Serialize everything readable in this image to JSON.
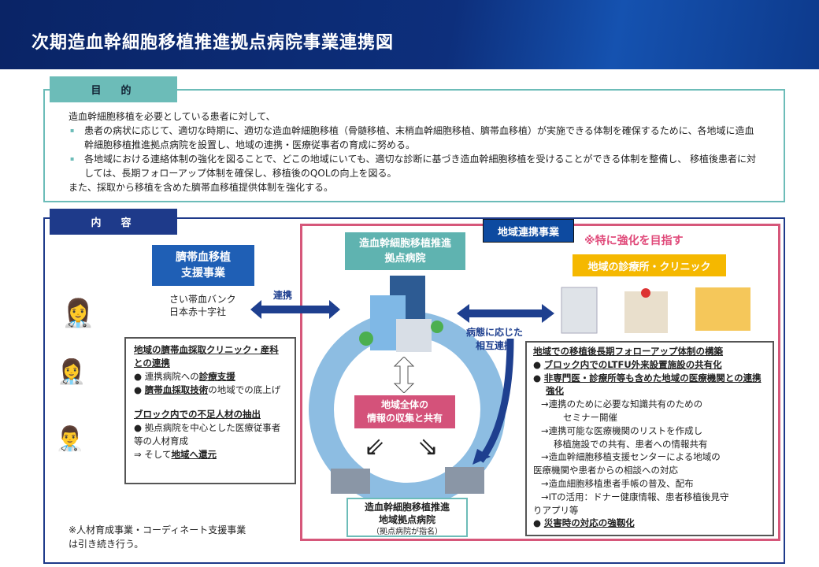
{
  "title": "次期造血幹細胞移植推進拠点病院事業連携図",
  "purpose": {
    "tag": "目　的",
    "intro": "造血幹細胞移植を必要としている患者に対して、",
    "bullets": [
      "患者の病状に応じて、適切な時期に、適切な造血幹細胞移植（骨髄移植、末梢血幹細胞移植、臍帯血移植）が実施できる体制を確保するために、各地域に造血幹細胞移植推進拠点病院を設置し、地域の連携・医療従事者の育成に努める。",
      "各地域における連絡体制の強化を図ることで、どこの地域にいても、適切な診断に基づき造血幹細胞移植を受けることができる体制を整備し、 移植後患者に対しては、長期フォローアップ体制を確保し、移植後のQOLの向上を図る。"
    ],
    "closing": "また、採取から移植を含めた臍帯血移植提供体制を強化する。"
  },
  "content": {
    "tag": "内　容",
    "cord": {
      "title": "臍帯血移植\n支援事業",
      "bank1": "さい帯血バンク",
      "bank2": "日本赤十字社",
      "link": "連携"
    },
    "left_callout": {
      "h1": "地域の臍帯血採取クリニック・産科との連携",
      "b1a": "連携病院への",
      "b1b": "診療支援",
      "b2a": "臍帯血採取技術",
      "b2b": "の地域での底上げ",
      "h2": "ブロック内での不足人材の抽出",
      "b3": "拠点病院を中心とした医療従事者等の人材育成",
      "b4a": "⇒ そして",
      "b4b": "地域へ還元"
    },
    "note1": "※人材育成事業・コーディネート支援事業",
    "note2": "は引き続き行う。",
    "regional": {
      "tag": "地域連携事業",
      "emphasis": "※特に強化を目指す",
      "hub": "造血幹細胞移植推進\n拠点病院",
      "center": "地域全体の\n情報の収集と共有",
      "regional_hub": "造血幹細胞移植推進\n地域拠点病院",
      "regional_hub_note": "（拠点病院が指名）",
      "clinic": "地域の診療所・クリニック",
      "mutual1": "病態に応じた",
      "mutual2": "相互連携"
    },
    "right_callout": {
      "h": "地域での移植後長期フォローアップ体制の構築",
      "b1": "ブロック内でのLTFU外来設置施設の共有化",
      "b2": "非専門医・診療所等も含めた地域の医療機関との連携強化",
      "l1": "→連携のために必要な知識共有のための",
      "l1b": "セミナー開催",
      "l2": "→連携可能な医療機関のリストを作成し",
      "l2b": "移植施設での共有、患者への情報共有",
      "l3": "→造血幹細胞移植支援センターによる地域の",
      "l3b": "医療機関や患者からの相談への対応",
      "l4": "→造血細胞移植患者手帳の普及、配布",
      "l5": "→ITの活用：ドナー健康情報、患者移植後見守",
      "l5b": "りアプリ等",
      "b3": "災害時の対応の強靱化"
    }
  },
  "colors": {
    "navy": "#1e3a8a",
    "teal": "#6cbcb8",
    "pink": "#d6577a",
    "yellow": "#f5b800",
    "ring": "#8dbde2"
  }
}
